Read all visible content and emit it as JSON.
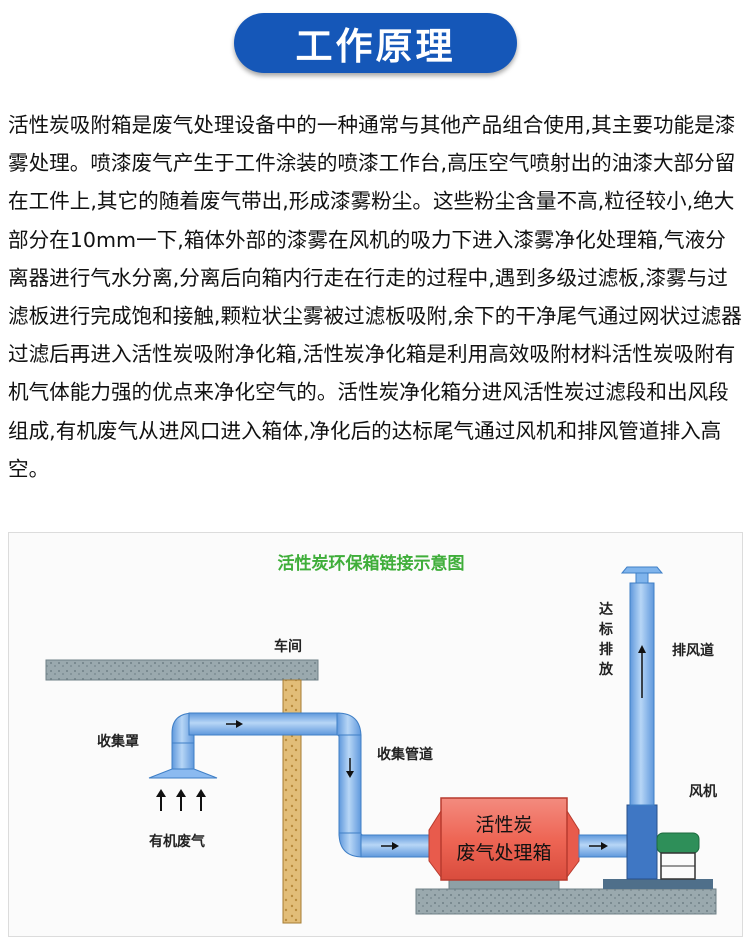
{
  "header": {
    "title": "工作原理",
    "accent_color": "#1557b8"
  },
  "description": "活性炭吸附箱是废气处理设备中的一种通常与其他产品组合使用,其主要功能是漆雾处理。喷漆废气产生于工件涂装的喷漆工作台,高压空气喷射出的油漆大部分留在工件上,其它的随着废气带出,形成漆雾粉尘。这些粉尘含量不高,粒径较小,绝大部分在10mm一下,箱体外部的漆雾在风机的吸力下进入漆雾净化处理箱,气液分离器进行气水分离,分离后向箱内行走在行走的过程中,遇到多级过滤板,漆雾与过滤板进行完成饱和接触,颗粒状尘雾被过滤板吸附,余下的干净尾气通过网状过滤器过滤后再进入活性炭吸附净化箱,活性炭净化箱是利用高效吸附材料活性炭吸附有机气体能力强的优点来净化空气的。活性炭净化箱分进风活性炭过滤段和出风段组成,有机废气从进风口进入箱体,净化后的达标尾气通过风机和排风管道排入高空。",
  "diagram": {
    "title": "活性炭环保箱链接示意图",
    "title_color": "#3fae3a",
    "labels": {
      "workshop": "车间",
      "hood": "收集罩",
      "organic_gas": "有机废气",
      "duct": "收集管道",
      "box_line1": "活性炭",
      "box_line2": "废气处理箱",
      "fan": "风机",
      "exhaust_duct": "排风道",
      "discharge": [
        "达",
        "标",
        "排",
        "放"
      ]
    },
    "colors": {
      "pipe": "#7fb4ec",
      "pipe_edge": "#3f7fc6",
      "box": "#ef6a5c",
      "ground": "#8ea0a6",
      "wall": "#d9b16a"
    }
  }
}
